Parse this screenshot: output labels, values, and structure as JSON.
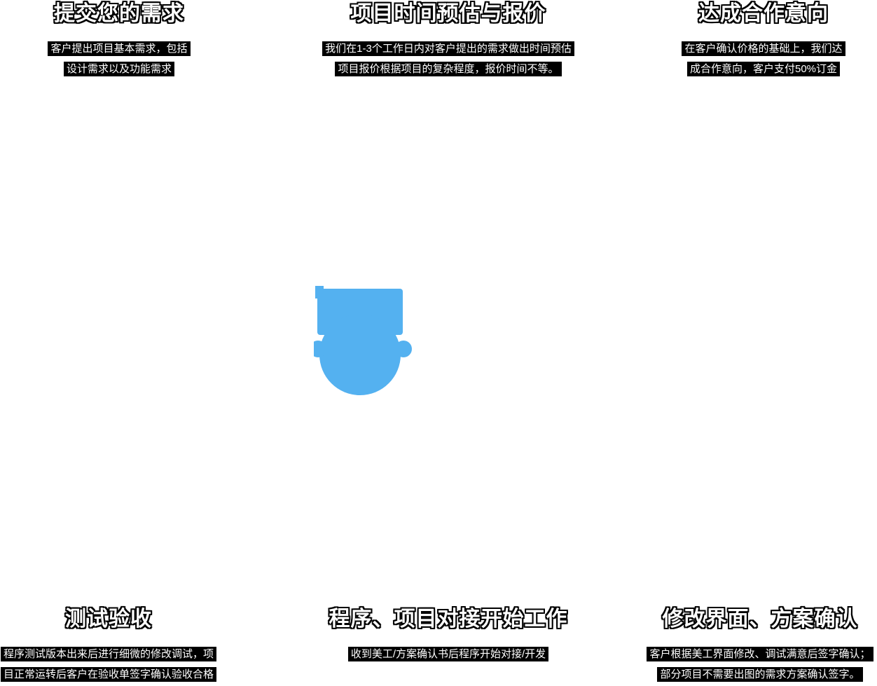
{
  "page": {
    "background_color": "#ffffff",
    "text_highlight_color": "#000000",
    "text_color": "#ffffff"
  },
  "icon": {
    "name": "process-center-icon",
    "color": "#54b1f0"
  },
  "steps": [
    {
      "title": "提交您的需求",
      "lines": [
        "客户提出项目基本需求，包括",
        "设计需求以及功能需求"
      ]
    },
    {
      "title": "项目时间预估与报价",
      "lines": [
        "我们在1-3个工作日内对客户提出的需求做出时间预估",
        "项目报价根据项目的复杂程度，报价时间不等。"
      ]
    },
    {
      "title": "达成合作意向",
      "lines": [
        "在客户确认价格的基础上，我们达",
        "成合作意向，客户支付50%订金"
      ]
    },
    {
      "title": "测试验收",
      "lines": [
        "程序测试版本出来后进行细微的修改调试，项",
        "目正常运转后客户在验收单签字确认验收合格"
      ]
    },
    {
      "title": "程序、项目对接开始工作",
      "lines": [
        "收到美工/方案确认书后程序开始对接/开发"
      ]
    },
    {
      "title": "修改界面、方案确认",
      "lines": [
        "客户根据美工界面修改、调试满意后签字确认；",
        "部分项目不需要出图的需求方案确认签字。"
      ]
    }
  ]
}
